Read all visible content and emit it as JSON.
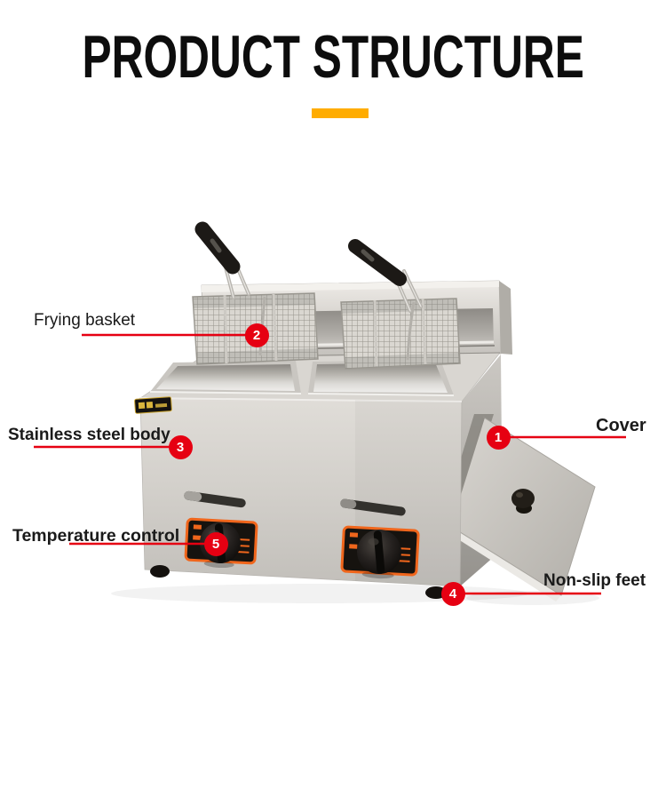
{
  "title": "PRODUCT STRUCTURE",
  "colors": {
    "accent": "#FFAC00",
    "callout_red": "#E60012",
    "text": "#111111"
  },
  "callouts": [
    {
      "number": "1",
      "label": "Cover"
    },
    {
      "number": "2",
      "label": "Frying basket"
    },
    {
      "number": "3",
      "label": "Stainless steel body"
    },
    {
      "number": "4",
      "label": "Non-slip feet"
    },
    {
      "number": "5",
      "label": "Temperature control"
    }
  ]
}
